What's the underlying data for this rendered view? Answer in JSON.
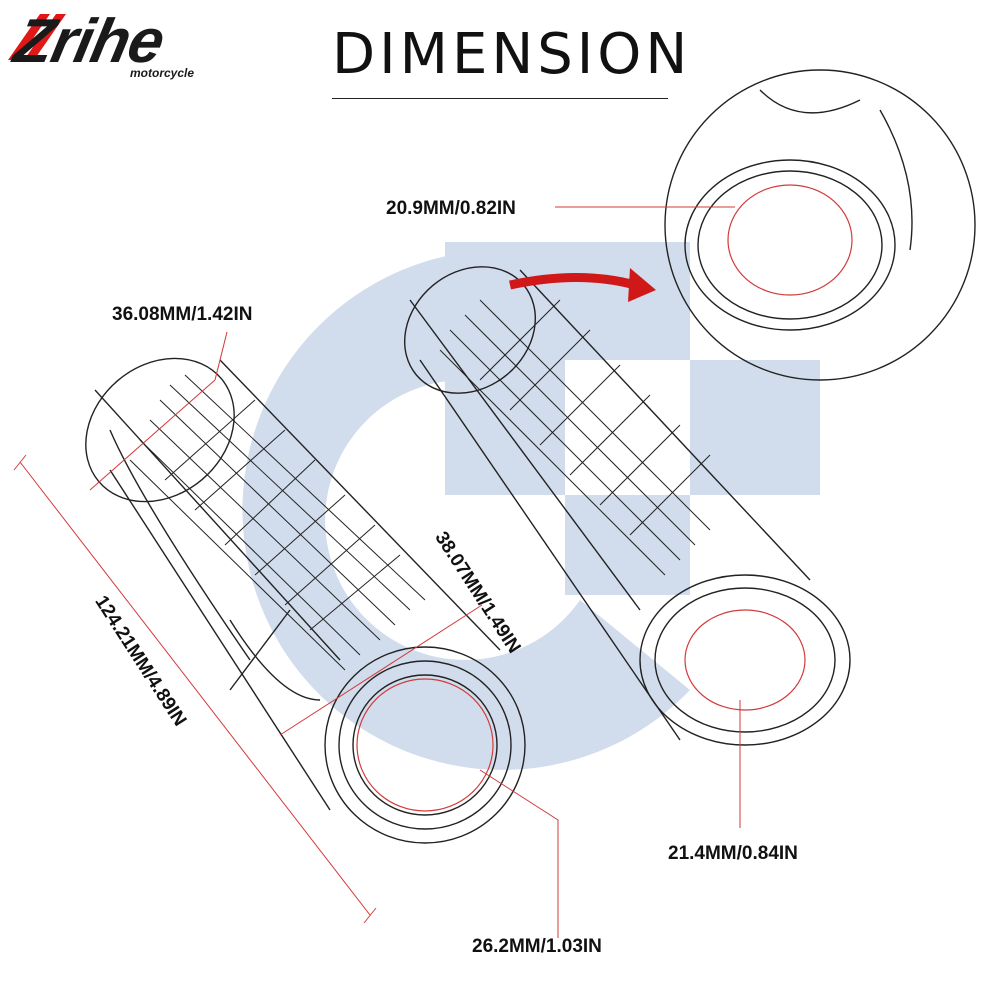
{
  "brand": {
    "name": "Zrihe",
    "tagline": "motorcycle"
  },
  "title": "DIMENSION",
  "dimensions": {
    "inner_end_diameter": "20.9MM/0.82IN",
    "outer_diameter_top": "36.08MM/1.42IN",
    "outer_diameter_mid": "38.07MM/1.49IN",
    "length": "124.21MM/4.89IN",
    "inner_diameter_left": "26.2MM/1.03IN",
    "inner_diameter_right": "21.4MM/0.84IN"
  },
  "colors": {
    "watermark": "#c9d7ea",
    "leader_line": "#d33a3a",
    "dimension_line": "#d33a3a",
    "arrow": "#d01818",
    "logo_accent": "#e01818",
    "outline": "#222222"
  },
  "icons": [
    "zoom-arrow-icon"
  ]
}
